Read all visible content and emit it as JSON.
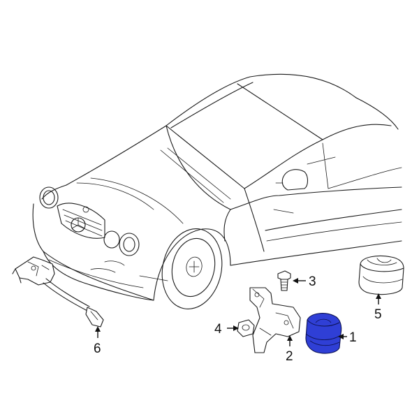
{
  "callouts": {
    "c1": "1",
    "c2": "2",
    "c3": "3",
    "c4": "4",
    "c5": "5",
    "c6": "6"
  },
  "colors": {
    "highlight_part": "#2f3fd6",
    "line": "#1a1a1a"
  }
}
